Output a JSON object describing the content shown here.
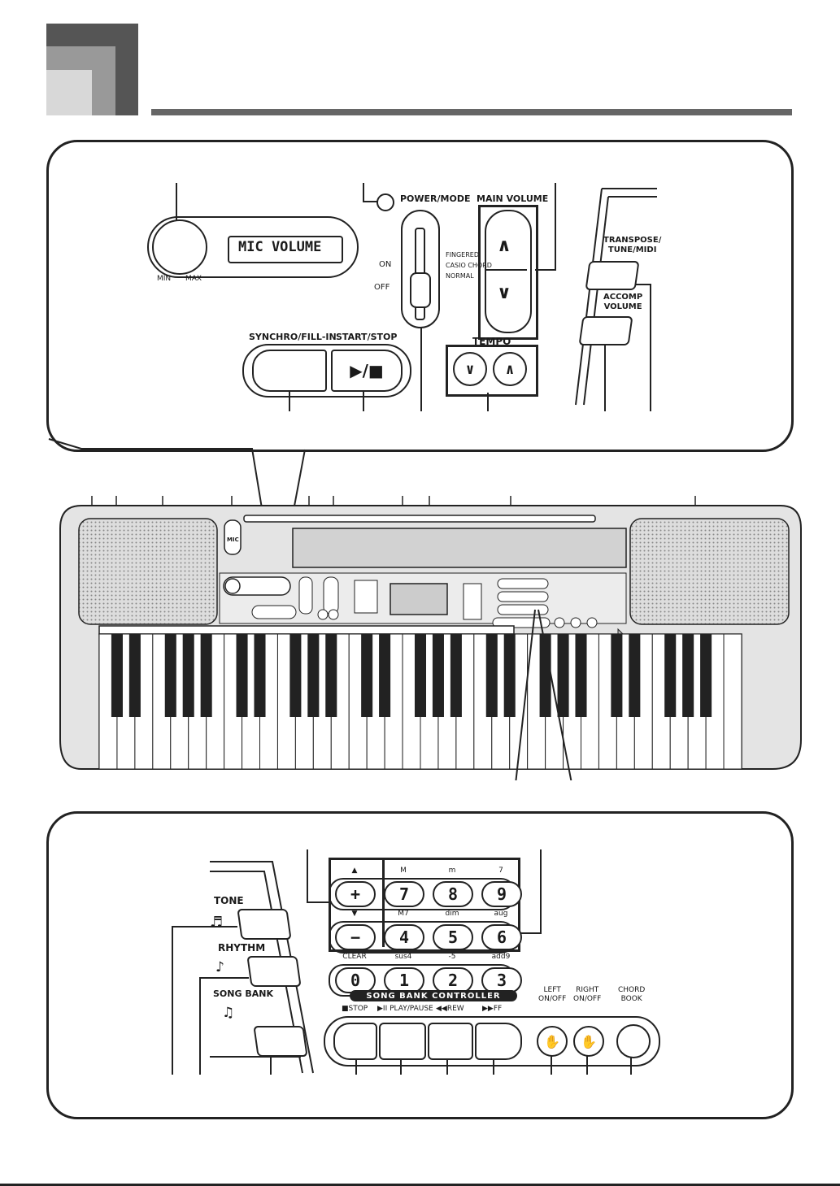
{
  "top_panel": {
    "mic_volume": "MIC VOLUME",
    "mic_min": "MIN",
    "mic_max": "MAX",
    "power_mode": "POWER/MODE",
    "on": "ON",
    "off": "OFF",
    "mode_fingered": "FINGERED",
    "mode_casio": "CASIO CHORD",
    "mode_normal": "NORMAL",
    "main_volume": "MAIN VOLUME",
    "vol_up": "∧",
    "vol_down": "∨",
    "tempo": "TEMPO",
    "tempo_down": "∨",
    "tempo_up": "∧",
    "synchro": "SYNCHRO/FILL-IN",
    "start_stop": "START/STOP",
    "start_stop_symbol": "▶/■",
    "transpose": "TRANSPOSE/\nTUNE/MIDI",
    "accomp": "ACCOMP\nVOLUME"
  },
  "keyboard": {
    "mic_jack": "MIC"
  },
  "bottom_panel": {
    "tone": "TONE",
    "rhythm": "RHYTHM",
    "song_bank": "SONG BANK",
    "controller_title": "SONG BANK CONTROLLER",
    "ctrl_stop": "■STOP",
    "ctrl_play": "▶II PLAY/PAUSE",
    "ctrl_rew": "◀◀REW",
    "ctrl_ff": "▶▶FF",
    "left_onoff": "LEFT\nON/OFF",
    "right_onoff": "RIGHT\nON/OFF",
    "chord_book": "CHORD\nBOOK",
    "row1": [
      {
        "top": "▲",
        "key": "+"
      },
      {
        "top": "M",
        "key": "7"
      },
      {
        "top": "m",
        "key": "8"
      },
      {
        "top": "7",
        "key": "9"
      }
    ],
    "row2": [
      {
        "top": "▼",
        "key": "−"
      },
      {
        "top": "M7",
        "key": "4"
      },
      {
        "top": "dim",
        "key": "5"
      },
      {
        "top": "aug",
        "key": "6"
      }
    ],
    "row3": [
      {
        "top": "CLEAR",
        "key": "0"
      },
      {
        "top": "sus4",
        "key": "1"
      },
      {
        "top": "-5",
        "key": "2"
      },
      {
        "top": "add9",
        "key": "3"
      }
    ]
  }
}
